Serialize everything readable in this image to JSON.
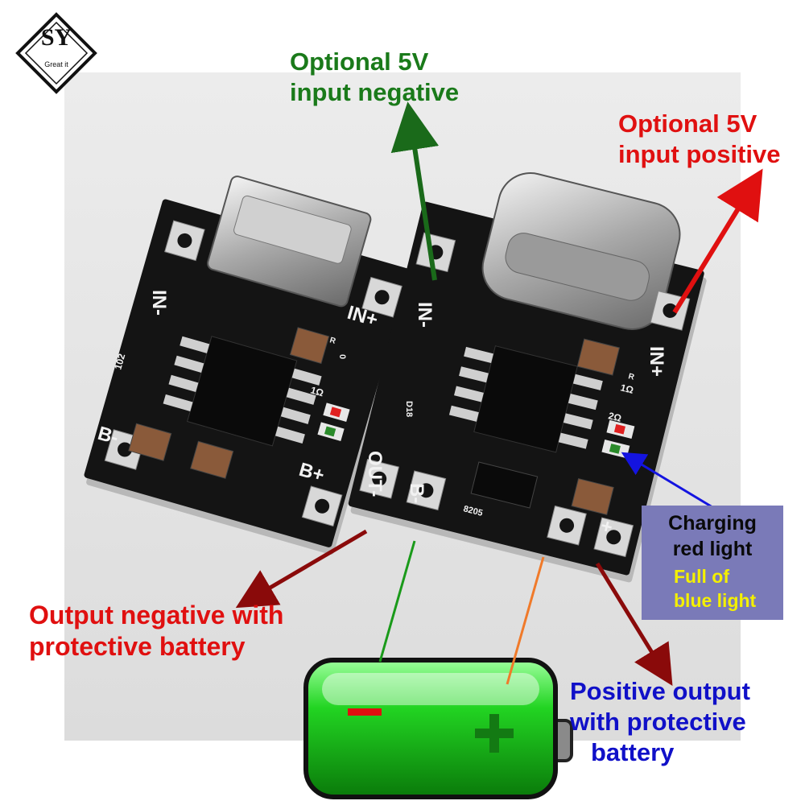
{
  "logo": {
    "text": "SY",
    "tagline": "Great it"
  },
  "labels": {
    "input_negative": [
      "Optional 5V",
      "input negative"
    ],
    "input_positive": [
      "Optional 5V",
      "input positive"
    ],
    "output_negative": [
      "Output negative with",
      "protective battery"
    ],
    "positive_output": [
      "Positive output",
      "with protective",
      "battery"
    ]
  },
  "status_box": {
    "charging": [
      "Charging",
      "red light"
    ],
    "full": [
      "Full of",
      "blue light"
    ]
  },
  "board_left": {
    "pins": [
      "IN-",
      "IN+",
      "B-",
      "B+"
    ],
    "markings": [
      "102",
      "1Ω",
      "R",
      "0"
    ]
  },
  "board_right": {
    "pins": [
      "IN-",
      "IN+",
      "OUT-",
      "B-",
      "+"
    ],
    "markings": [
      "1Ω",
      "D18",
      "2Ω",
      "R",
      "8205"
    ]
  },
  "battery": {
    "minus": "−",
    "plus": "+"
  },
  "colors": {
    "green_label": "#1a7a1a",
    "red_label": "#e01010",
    "blue_label": "#1010c8",
    "status_box_bg": "#7a7ab8",
    "status_full_text": "#f4f000",
    "pcb": "#141414",
    "battery_green": "#22d422",
    "arrow_dark_red": "#8a0a0a",
    "arrow_orange": "#f07a2a",
    "arrow_blue": "#1414e0"
  }
}
